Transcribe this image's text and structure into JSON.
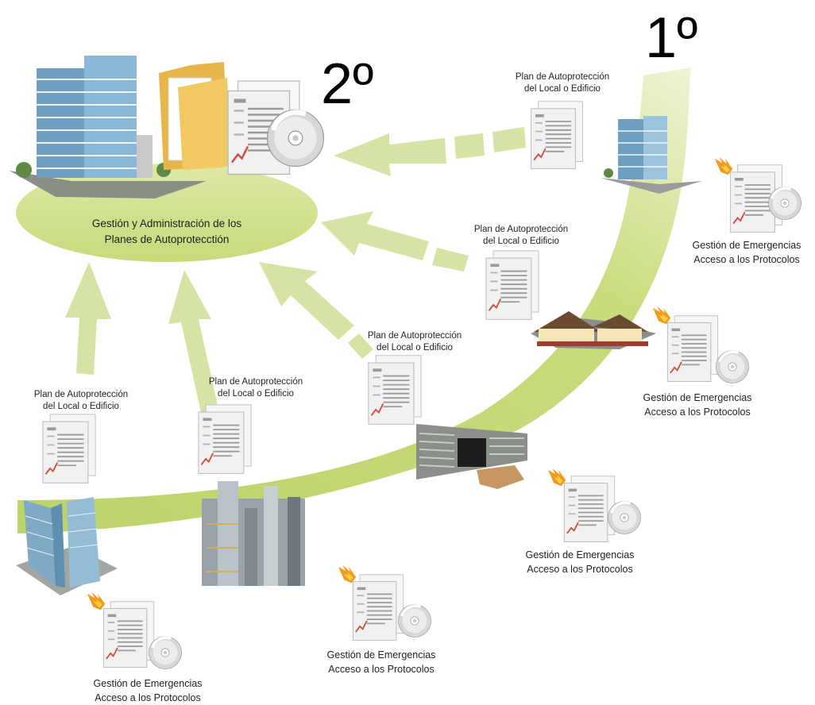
{
  "steps": {
    "first": "1º",
    "second": "2º"
  },
  "center": {
    "line1": "Gestión y Administración de los",
    "line2": "Planes de Autoprotecctión"
  },
  "plan_label": {
    "line1": "Plan de Autoprotección",
    "line2": "del Local o Edificio"
  },
  "emergency_label": {
    "line1": "Gestión de Emergencias",
    "line2": "Acceso a los Protocolos"
  },
  "colors": {
    "spiral": "#c8da7a",
    "ellipse": "#cfe08c",
    "arrow": "#d5e4a4",
    "flame": "#f39a1e",
    "building": "#5d8fb4",
    "document": "#efefef"
  },
  "icons": {
    "document": "document-icon",
    "disc": "disc-icon",
    "flame": "flame-icon",
    "folder": "folder-icon",
    "office_tower": "office-tower-icon",
    "house": "house-icon",
    "warehouse": "warehouse-icon",
    "factory": "factory-icon",
    "twin_towers": "twin-towers-icon"
  }
}
